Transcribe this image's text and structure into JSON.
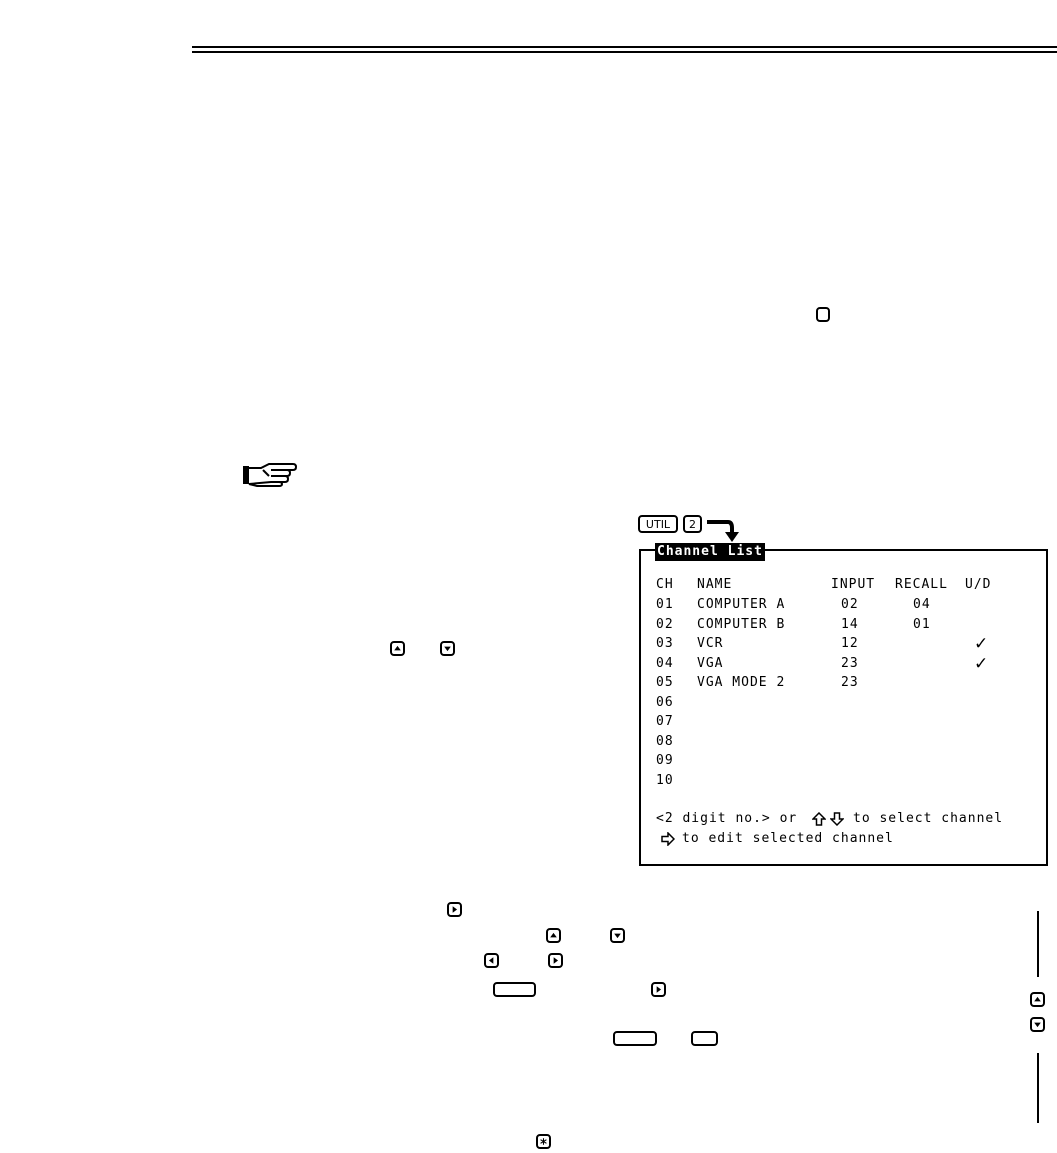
{
  "screen": {
    "keys": {
      "util": "UTIL",
      "two": "2"
    },
    "title": "Channel List",
    "columns": {
      "ch": "CH",
      "name": "NAME",
      "input": "INPUT",
      "recall": "RECALL",
      "ud": "U/D"
    },
    "rows": [
      {
        "ch": "01",
        "name": "COMPUTER A",
        "input": "02",
        "recall": "04",
        "ud": ""
      },
      {
        "ch": "02",
        "name": "COMPUTER B",
        "input": "14",
        "recall": "01",
        "ud": ""
      },
      {
        "ch": "03",
        "name": "VCR",
        "input": "12",
        "recall": "",
        "ud": "✓"
      },
      {
        "ch": "04",
        "name": "VGA",
        "input": "23",
        "recall": "",
        "ud": "✓"
      },
      {
        "ch": "05",
        "name": "VGA MODE 2",
        "input": "23",
        "recall": "",
        "ud": ""
      },
      {
        "ch": "06",
        "name": "",
        "input": "",
        "recall": "",
        "ud": ""
      },
      {
        "ch": "07",
        "name": "",
        "input": "",
        "recall": "",
        "ud": ""
      },
      {
        "ch": "08",
        "name": "",
        "input": "",
        "recall": "",
        "ud": ""
      },
      {
        "ch": "09",
        "name": "",
        "input": "",
        "recall": "",
        "ud": ""
      },
      {
        "ch": "10",
        "name": "",
        "input": "",
        "recall": "",
        "ud": ""
      }
    ],
    "help_line_1a": "<2 digit no.> or",
    "help_line_1b": "to select channel",
    "help_line_2": "to edit selected channel"
  }
}
